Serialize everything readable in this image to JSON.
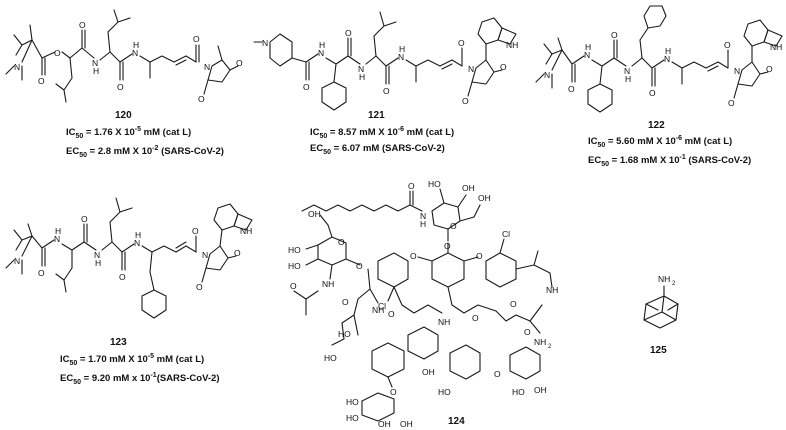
{
  "compounds": [
    {
      "id": "120",
      "ic50_label": "IC",
      "ic50_sub": "50",
      "ic50_text": " = 1.76 X 10",
      "ic50_exp": "-5",
      "ic50_tail": " mM (cat L)",
      "ec50_label": "EC",
      "ec50_sub": "50",
      "ec50_text": " = 2.8 mM X 10",
      "ec50_exp": "-2",
      "ec50_tail": "  (SARS-CoV-2)"
    },
    {
      "id": "121",
      "ic50_label": "IC",
      "ic50_sub": "50",
      "ic50_text": " = 8.57 mM X 10",
      "ic50_exp": "-6",
      "ic50_tail": " mM (cat L)",
      "ec50_label": "EC",
      "ec50_sub": "50",
      "ec50_text": " = 6.07 mM  (SARS-CoV-2)"
    },
    {
      "id": "122",
      "ic50_label": "IC",
      "ic50_sub": "50",
      "ic50_text": " = 5.60 mM X 10",
      "ic50_exp": "-6",
      "ic50_tail": " mM (cat L)",
      "ec50_label": "EC",
      "ec50_sub": "50",
      "ec50_text": " = 1.68 mM X 10",
      "ec50_exp": "-1",
      "ec50_tail": "  (SARS-CoV-2)"
    },
    {
      "id": "123",
      "ic50_label": "IC",
      "ic50_sub": "50",
      "ic50_text": " = 1.70 mM X 10",
      "ic50_exp": "-5",
      "ic50_tail": " mM (cat L)",
      "ec50_label": "EC",
      "ec50_sub": "50",
      "ec50_text": " = 9.20 mM  x 10",
      "ec50_exp": "-1",
      "ec50_tail": "(SARS-CoV-2)"
    },
    {
      "id": "124"
    },
    {
      "id": "125"
    }
  ],
  "atom_labels": {
    "N": "N",
    "O": "O",
    "NH": "NH",
    "H": "H",
    "OH": "OH",
    "HO": "HO",
    "Cl": "Cl",
    "NH2": "NH",
    "NH2_sub": "2",
    "OMe": "O"
  }
}
